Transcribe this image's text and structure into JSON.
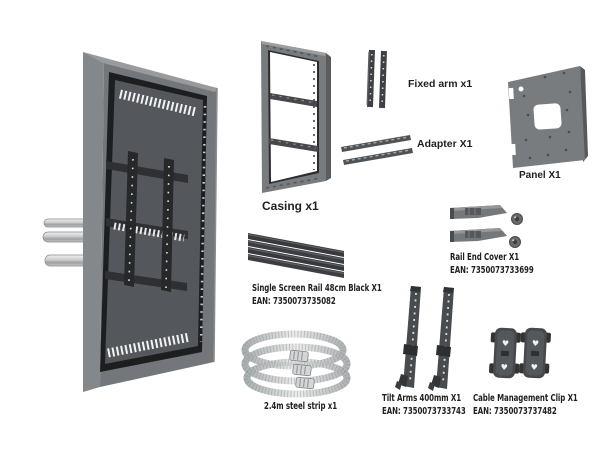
{
  "canvas": {
    "background": "#ffffff"
  },
  "palette": {
    "label_text": "#201f1d",
    "part_dark": "#37393c",
    "part_mid": "#73767a",
    "part_light": "#989b9e",
    "recess_gray": "#54575b",
    "steel_light": "#f0f1f2",
    "steel_dark": "#9da0a2"
  },
  "parts": {
    "casing": {
      "label": "Casing x1"
    },
    "fixed_arm": {
      "label": "Fixed arm x1"
    },
    "adapter": {
      "label": "Adapter X1"
    },
    "panel": {
      "label": "Panel X1"
    },
    "rail_end_cover": {
      "label": "Rail End Cover X1",
      "ean": "EAN: 7350073733699"
    },
    "single_screen_rail": {
      "label": "Single Screen Rail 48cm Black X1",
      "ean": "EAN: 7350073735082"
    },
    "steel_strip": {
      "label": "2.4m steel strip x1"
    },
    "tilt_arms": {
      "label": "Tilt Arms 400mm X1",
      "ean": "EAN: 7350073733743"
    },
    "cable_clip": {
      "label": "Cable Management Clip X1",
      "ean": "EAN: 7350073737482"
    }
  }
}
